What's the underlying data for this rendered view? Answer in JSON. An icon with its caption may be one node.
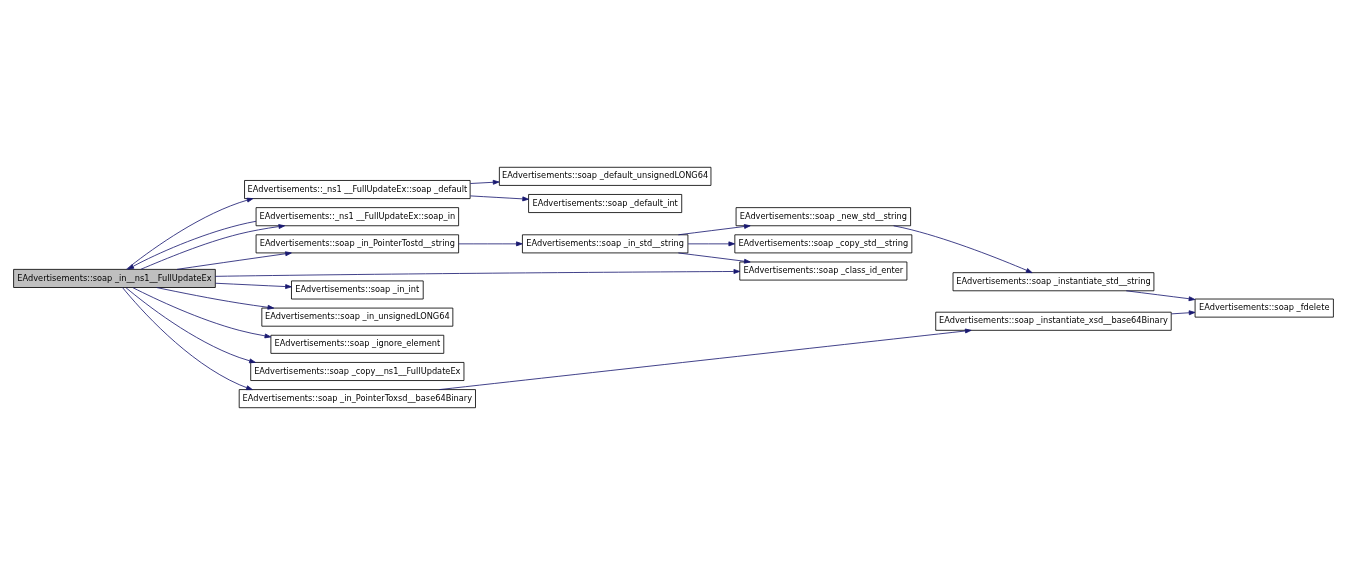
{
  "diagram": {
    "nodes": [
      {
        "text": [
          "EAdvertisements::soap _in__ns1__FullUpdateEx"
        ]
      },
      {
        "text": [
          "EAdvertisements::_ns1 __FullUpdateEx::soap _default"
        ]
      },
      {
        "text": [
          "EAdvertisements::_ns1 __FullUpdateEx::soap_in"
        ]
      },
      {
        "text": [
          "EAdvertisements::soap _in_PointerTostd__string"
        ]
      },
      {
        "text": [
          "EAdvertisements::soap _in_PointerToxsd__base64Binary"
        ]
      },
      {
        "text": [
          "EAdvertisements::soap _in_int"
        ]
      },
      {
        "text": [
          "EAdvertisements::soap _in_unsignedLONG64"
        ]
      },
      {
        "text": [
          "EAdvertisements::soap _ignore_element"
        ]
      },
      {
        "text": [
          "EAdvertisements::soap _copy__ns1__FullUpdateEx"
        ]
      },
      {
        "text": [
          "EAdvertisements::soap _default_int"
        ]
      },
      {
        "text": [
          "EAdvertisements::soap _default_unsignedLONG64"
        ]
      },
      {
        "text": [
          "EAdvertisements::soap _in_std__string"
        ]
      },
      {
        "text": [
          "EAdvertisements::soap _class_id_enter"
        ]
      },
      {
        "text": [
          "EAdvertisements::soap _new_std__string"
        ]
      },
      {
        "text": [
          "EAdvertisements::soap _copy_std__string"
        ]
      },
      {
        "text": [
          "EAdvertisements::soap _instantiate_std__string"
        ]
      },
      {
        "text": [
          "EAdvertisements::soap _instantiate_xsd__base64Binary"
        ]
      },
      {
        "text": [
          "EAdvertisements::soap _fdelete"
        ]
      }
    ],
    "edges": [
      {
        "from": 0,
        "to": 12,
        "arrow": "to"
      },
      {
        "from": 0,
        "to": 1,
        "arrow": "to"
      },
      {
        "from": 0,
        "to": 2,
        "arrow": "to"
      },
      {
        "from": 2,
        "to": 0,
        "arrow": "to"
      },
      {
        "from": 0,
        "to": 3,
        "arrow": "to"
      },
      {
        "from": 0,
        "to": 4,
        "arrow": "to"
      },
      {
        "from": 0,
        "to": 5,
        "arrow": "to"
      },
      {
        "from": 0,
        "to": 6,
        "arrow": "to"
      },
      {
        "from": 0,
        "to": 7,
        "arrow": "to"
      },
      {
        "from": 0,
        "to": 8,
        "arrow": "to"
      },
      {
        "from": 1,
        "to": 9,
        "arrow": "to"
      },
      {
        "from": 1,
        "to": 10,
        "arrow": "to"
      },
      {
        "from": 3,
        "to": 11,
        "arrow": "to"
      },
      {
        "from": 11,
        "to": 12,
        "arrow": "to"
      },
      {
        "from": 11,
        "to": 13,
        "arrow": "to"
      },
      {
        "from": 11,
        "to": 14,
        "arrow": "to"
      },
      {
        "from": 13,
        "to": 15,
        "arrow": "to"
      },
      {
        "from": 15,
        "to": 17,
        "arrow": "to"
      },
      {
        "from": 4,
        "to": 16,
        "arrow": "to"
      },
      {
        "from": 16,
        "to": 17,
        "arrow": "to"
      }
    ]
  }
}
